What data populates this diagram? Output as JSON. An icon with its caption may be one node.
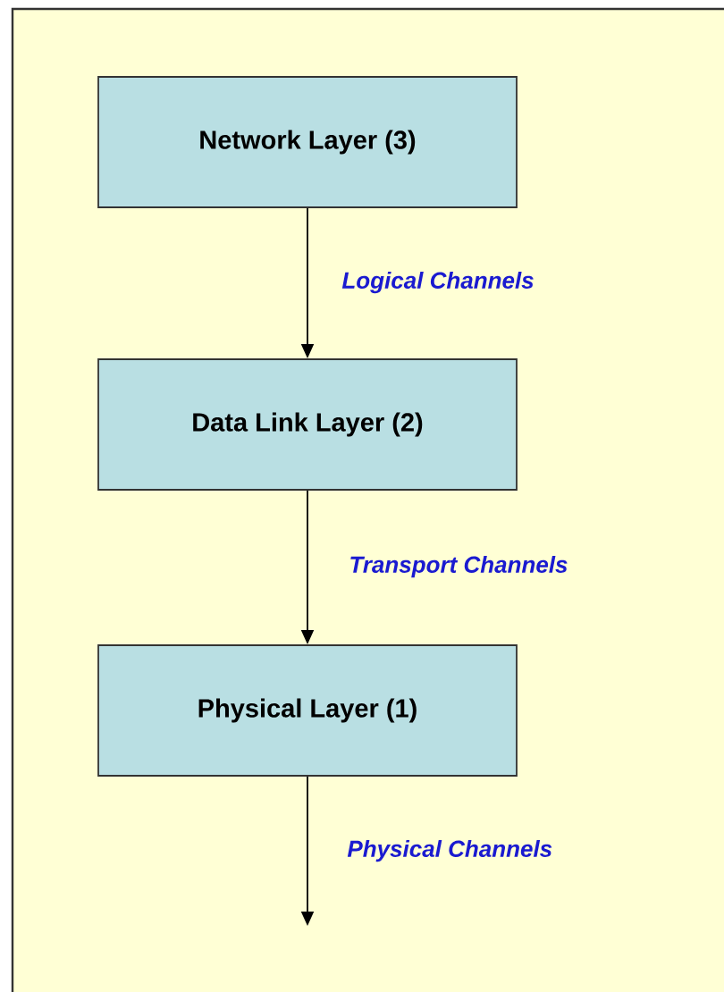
{
  "diagram": {
    "nodes": [
      {
        "text": [
          "Network Layer (3)"
        ]
      },
      {
        "text": [
          "Data Link Layer (2)"
        ]
      },
      {
        "text": [
          "Physical Layer (1)"
        ]
      }
    ],
    "edges": [
      {
        "from": 0,
        "to": 1,
        "arrow": "to",
        "label": "Logical Channels"
      },
      {
        "from": 1,
        "to": 2,
        "arrow": "to",
        "label": "Transport Channels"
      },
      {
        "from": 2,
        "to": null,
        "arrow": "to",
        "label": "Physical Channels"
      }
    ]
  }
}
